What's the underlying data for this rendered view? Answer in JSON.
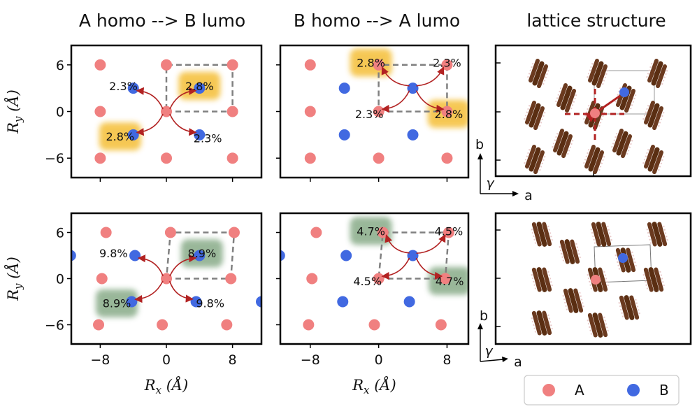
{
  "column_titles": [
    "A homo --> B lumo",
    "B homo --> A lumo",
    "lattice structure"
  ],
  "colors": {
    "A": "#f08080",
    "B": "#4169e1",
    "arrow": "#b22222",
    "highlight_top": "#f5c242",
    "highlight_bottom": "#8fb08f",
    "molecule": "#6b3a1f",
    "dashed": "#808080"
  },
  "legend": [
    {
      "label": "A",
      "color": "#f08080"
    },
    {
      "label": "B",
      "color": "#4169e1"
    }
  ],
  "lattice_labels": {
    "b": "b",
    "a": "a",
    "gamma": "γ"
  },
  "chart_data": [
    {
      "type": "scatter",
      "row": 0,
      "col": 0,
      "xlim": [
        -11.5,
        11.5
      ],
      "ylim": [
        -8.5,
        8.5
      ],
      "xticks": [
        -8,
        0,
        8
      ],
      "yticks": [
        -6,
        0,
        6
      ],
      "ytick_labels": [
        "−6",
        "0",
        "6"
      ],
      "xtick_labels": [],
      "xlabel": "",
      "ylabel": "R_y (Å)",
      "A": [
        [
          -8,
          6
        ],
        [
          0,
          6
        ],
        [
          8,
          6
        ],
        [
          -8,
          0
        ],
        [
          0,
          0
        ],
        [
          8,
          0
        ],
        [
          -8,
          -6
        ],
        [
          0,
          -6
        ],
        [
          8,
          -6
        ]
      ],
      "B": [
        [
          -4,
          3
        ],
        [
          4,
          3
        ],
        [
          -4,
          -3
        ],
        [
          4,
          -3
        ]
      ],
      "dashed_box": [
        [
          0,
          0
        ],
        [
          8,
          0
        ],
        [
          8,
          6
        ],
        [
          0,
          6
        ]
      ],
      "arrows": [
        [
          0,
          0,
          4,
          3
        ],
        [
          0,
          0,
          -4,
          3
        ],
        [
          0,
          0,
          -4,
          -3
        ],
        [
          0,
          0,
          4,
          -3
        ]
      ],
      "labels": [
        {
          "text": "2.8%",
          "x": 4,
          "y": 3.3,
          "highlight": true
        },
        {
          "text": "2.3%",
          "x": -5.2,
          "y": 3.3,
          "highlight": false
        },
        {
          "text": "2.8%",
          "x": -5.6,
          "y": -3.2,
          "highlight": true
        },
        {
          "text": "2.3%",
          "x": 5,
          "y": -3.4,
          "highlight": false
        }
      ]
    },
    {
      "type": "scatter",
      "row": 0,
      "col": 1,
      "xlim": [
        -11.5,
        10.5
      ],
      "ylim": [
        -8.5,
        8.5
      ],
      "xticks": [
        -8,
        0,
        8
      ],
      "yticks": [
        -6,
        0,
        6
      ],
      "ytick_labels": [],
      "xtick_labels": [],
      "xlabel": "",
      "ylabel": "",
      "A": [
        [
          -8,
          6
        ],
        [
          0,
          6
        ],
        [
          8,
          6
        ],
        [
          -8,
          0
        ],
        [
          0,
          0
        ],
        [
          8,
          0
        ],
        [
          -8,
          -6
        ],
        [
          0,
          -6
        ],
        [
          8,
          -6
        ]
      ],
      "B": [
        [
          -4,
          3
        ],
        [
          4,
          3
        ],
        [
          -4,
          -3
        ],
        [
          4,
          -3
        ]
      ],
      "dashed_box": [
        [
          0,
          0
        ],
        [
          8,
          0
        ],
        [
          8,
          6
        ],
        [
          0,
          6
        ]
      ],
      "arrows": [
        [
          4,
          3,
          0,
          6
        ],
        [
          4,
          3,
          8,
          6
        ],
        [
          4,
          3,
          0,
          0
        ],
        [
          4,
          3,
          8,
          0
        ]
      ],
      "labels": [
        {
          "text": "2.8%",
          "x": -0.9,
          "y": 6.3,
          "highlight": true
        },
        {
          "text": "2.3%",
          "x": 8,
          "y": 6.3,
          "highlight": false
        },
        {
          "text": "2.3%",
          "x": -1.1,
          "y": -0.3,
          "highlight": false
        },
        {
          "text": "2.8%",
          "x": 8.2,
          "y": -0.3,
          "highlight": true
        }
      ]
    },
    {
      "type": "scatter",
      "row": 1,
      "col": 0,
      "xlim": [
        -11.5,
        11.5
      ],
      "ylim": [
        -8.5,
        8.5
      ],
      "xticks": [
        -8,
        0,
        8
      ],
      "yticks": [
        -6,
        0,
        6
      ],
      "ytick_labels": [
        "−6",
        "0",
        "6"
      ],
      "xtick_labels": [
        "−8",
        "0",
        "8"
      ],
      "xlabel": "R_x (Å)",
      "ylabel": "R_y (Å)",
      "A": [
        [
          -7.3,
          6
        ],
        [
          0.5,
          6
        ],
        [
          8.2,
          6
        ],
        [
          -7.8,
          0
        ],
        [
          0,
          0
        ],
        [
          7.8,
          0
        ],
        [
          -8.2,
          -6
        ],
        [
          -0.5,
          -6
        ],
        [
          7.3,
          -6
        ]
      ],
      "B": [
        [
          -11.6,
          3
        ],
        [
          -3.8,
          3
        ],
        [
          4,
          3
        ],
        [
          -4.2,
          -3
        ],
        [
          3.6,
          -3
        ],
        [
          11.5,
          -3
        ]
      ],
      "dashed_box": [
        [
          0,
          0
        ],
        [
          7.8,
          0
        ],
        [
          8.2,
          6
        ],
        [
          0.5,
          6
        ]
      ],
      "arrows": [
        [
          0,
          0,
          4,
          3
        ],
        [
          0,
          0,
          -3.8,
          3
        ],
        [
          0,
          0,
          -4.2,
          -3
        ],
        [
          0,
          0,
          3.6,
          -3
        ]
      ],
      "labels": [
        {
          "text": "8.9%",
          "x": 4.3,
          "y": 3.3,
          "highlight": true
        },
        {
          "text": "9.8%",
          "x": -6.4,
          "y": 3.3,
          "highlight": false
        },
        {
          "text": "8.9%",
          "x": -6,
          "y": -3.2,
          "highlight": true
        },
        {
          "text": "9.8%",
          "x": 5.3,
          "y": -3.2,
          "highlight": false
        }
      ]
    },
    {
      "type": "scatter",
      "row": 1,
      "col": 1,
      "xlim": [
        -11.5,
        10.5
      ],
      "ylim": [
        -8.5,
        8.5
      ],
      "xticks": [
        -8,
        0,
        8
      ],
      "yticks": [
        -6,
        0,
        6
      ],
      "ytick_labels": [],
      "xtick_labels": [
        "−8",
        "0",
        "8"
      ],
      "xlabel": "R_x (Å)",
      "ylabel": "",
      "A": [
        [
          -7.3,
          6
        ],
        [
          0.5,
          6
        ],
        [
          8.2,
          6
        ],
        [
          -7.8,
          0
        ],
        [
          0,
          0
        ],
        [
          7.8,
          0
        ],
        [
          -8.2,
          -6
        ],
        [
          -0.5,
          -6
        ],
        [
          7.3,
          -6
        ]
      ],
      "B": [
        [
          -11.6,
          3
        ],
        [
          -3.8,
          3
        ],
        [
          4,
          3
        ],
        [
          -4.2,
          -3
        ],
        [
          3.6,
          -3
        ],
        [
          11.5,
          -3
        ]
      ],
      "dashed_box": [
        [
          0,
          0
        ],
        [
          7.8,
          0
        ],
        [
          8.2,
          6
        ],
        [
          0.5,
          6
        ]
      ],
      "arrows": [
        [
          4,
          3,
          0.5,
          6
        ],
        [
          4,
          3,
          8.2,
          6
        ],
        [
          4,
          3,
          0,
          0
        ],
        [
          4,
          3,
          7.8,
          0
        ]
      ],
      "labels": [
        {
          "text": "4.7%",
          "x": -0.9,
          "y": 6.2,
          "highlight": true
        },
        {
          "text": "4.5%",
          "x": 8.2,
          "y": 6.2,
          "highlight": false
        },
        {
          "text": "4.5%",
          "x": -1.3,
          "y": -0.3,
          "highlight": false
        },
        {
          "text": "4.7%",
          "x": 8.3,
          "y": -0.3,
          "highlight": true
        }
      ]
    }
  ]
}
